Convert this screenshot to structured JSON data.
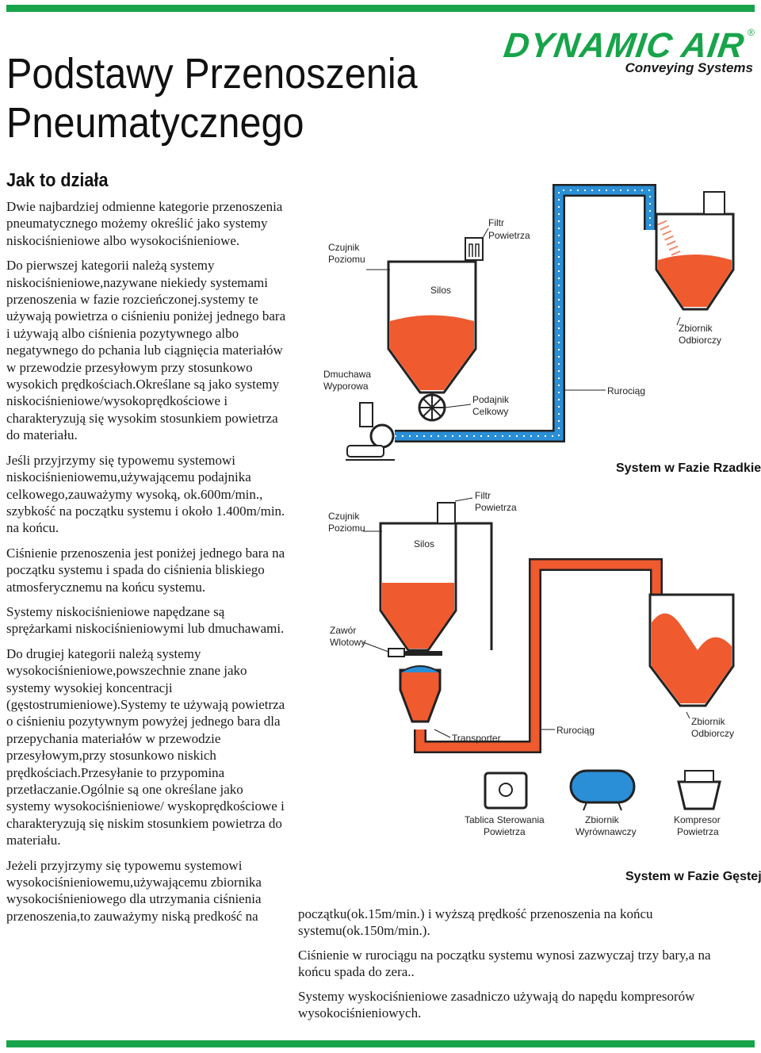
{
  "logo": {
    "brand": "DYNAMIC AIR",
    "registered": "®",
    "tagline": "Conveying Systems"
  },
  "title_line1": "Podstawy Przenoszenia",
  "title_line2": "Pneumatycznego",
  "section_heading": "Jak to działa",
  "paragraphs_left": [
    "Dwie najbardziej odmienne kategorie przenoszenia pneumatycznego możemy określić jako systemy niskociśnieniowe albo wysokociśnieniowe.",
    "Do pierwszej kategorii należą systemy niskociśnieniowe,nazywane niekiedy systemami przenoszenia w fazie rozcieńczonej.systemy te używają powietrza o ciśnieniu poniżej jednego bara i używają albo ciśnienia pozytywnego albo negatywnego do pchania lub ciągnięcia materiałów w przewodzie przesyłowym przy stosunkowo wysokich prędkościach.Określane są jako systemy niskociśnieniowe/wysokoprędkościowe i charakteryzują się wysokim stosunkiem powietrza do materiału.",
    "Jeśli przyjrzymy się typowemu systemowi niskociśnieniowemu,używającemu podajnika celkowego,zauważymy wysoką, ok.600m/min., szybkość na początku systemu i około 1.400m/min. na końcu.",
    "Ciśnienie przenoszenia jest poniżej jednego bara na początku systemu i spada do ciśnienia bliskiego atmosferycznemu na końcu systemu.",
    "Systemy niskociśnieniowe napędzane są sprężarkami niskociśnieniowymi lub dmuchawami.",
    "Do drugiej kategorii należą systemy wysokociśnieniowe,powszechnie znane jako systemy wysokiej koncentracji (gęstostrumieniowe).Systemy te używają powietrza o ciśnieniu pozytywnym powyżej jednego bara dla przepychania materiałów w przewodzie przesyłowym,przy stosunkowo niskich prędkościach.Przesyłanie to przypomina przetłaczanie.Ogólnie są one określane jako systemy wysokociśnieniowe/ wyskoprędkościowe i charakteryzują się niskim stosunkiem powietrza do materiału.",
    "Jeżeli przyjrzymy się typowemu systemowi wysokociśnieniowemu,używającemu zbiornika wysokociśnieniowego dla utrzymania ciśnienia przenoszenia,to zauważymy niską predkość na"
  ],
  "paragraphs_right": [
    "początku(ok.15m/min.) i wyższą prędkość przenoszenia na końcu systemu(ok.150m/min.).",
    "Ciśnienie w rurociągu na początku systemu wynosi zazwyczaj trzy bary,a na końcu spada do zera..",
    "Systemy wyskociśnieniowe zasadniczo używają do napędu kompresorów wysokociśnieniowych."
  ],
  "diagram_dilute": {
    "filter": [
      "Filtr",
      "Powietrza"
    ],
    "level_sensor": [
      "Czujnik",
      "Poziomu"
    ],
    "silo": "Silos",
    "receiver": [
      "Zbiornik",
      "Odbiorczy"
    ],
    "blower": [
      "Dmuchawa",
      "Wyporowa"
    ],
    "rotary_feeder": [
      "Podajnik",
      "Celkowy"
    ],
    "pipeline": "Rurociąg",
    "system_title": "System w Fazie Rzadkiej"
  },
  "diagram_dense": {
    "filter": [
      "Filtr",
      "Powietrza"
    ],
    "level_sensor": [
      "Czujnik",
      "Poziomu"
    ],
    "silo": "Silos",
    "inlet_valve": [
      "Zawór",
      "Wlotowy"
    ],
    "transporter": "Transporter",
    "pipeline": "Rurociąg",
    "receiver": [
      "Zbiornik",
      "Odbiorczy"
    ],
    "control_panel": [
      "Tablica Sterowania",
      "Powietrza"
    ],
    "air_tank": [
      "Zbiornik",
      "Wyrównawczy"
    ],
    "compressor": [
      "Kompresor",
      "Powietrza"
    ],
    "system_title": "System w Fazie Gęstej"
  },
  "colors": {
    "brand_green": "#17a44a",
    "material_orange": "#ef5a2f",
    "pipe_blue": "#2a8fd6",
    "tank_blue": "#2a8fd6"
  }
}
